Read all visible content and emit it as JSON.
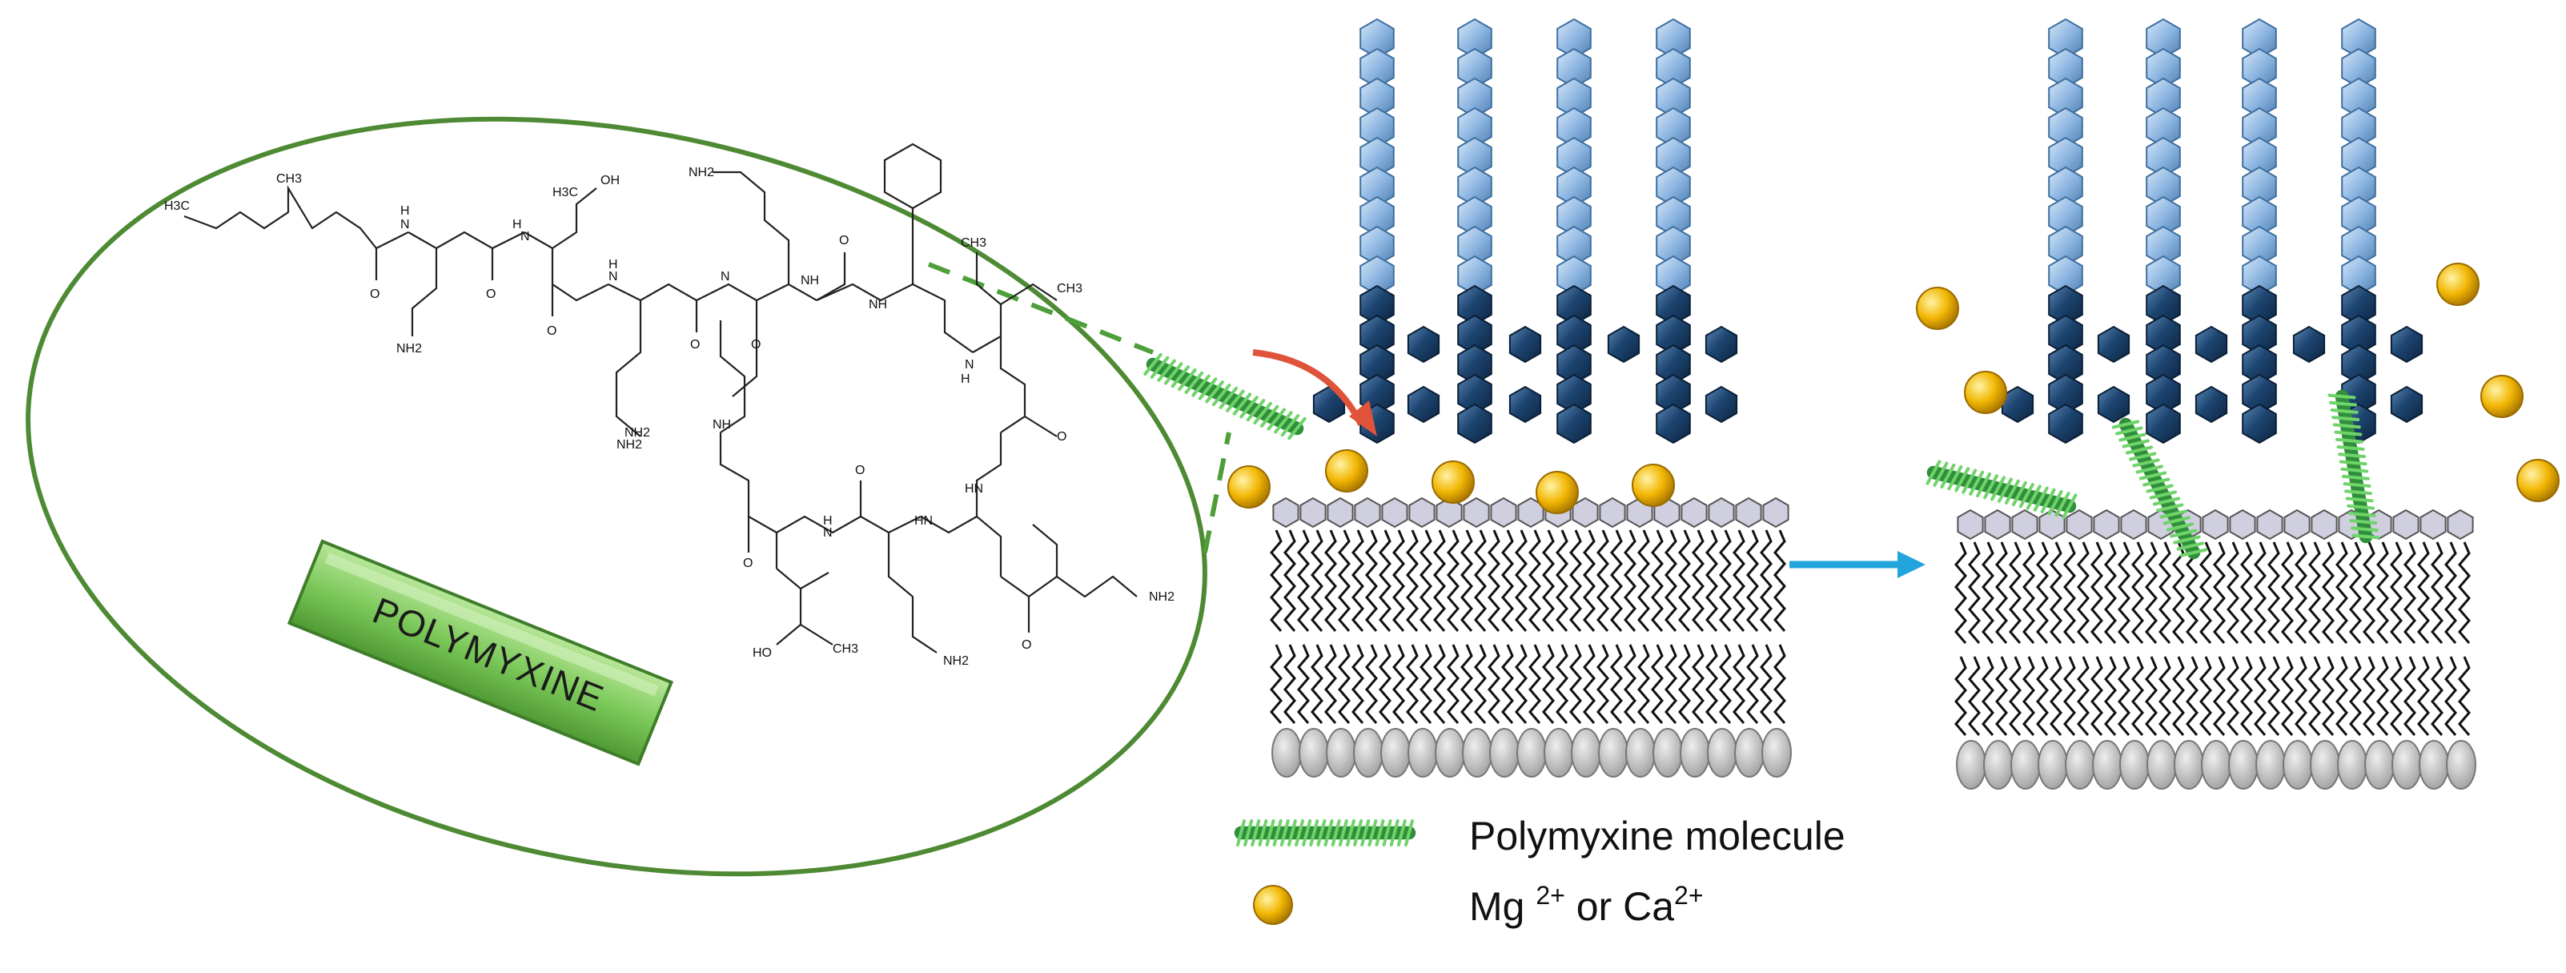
{
  "molecule": {
    "name_label": "POLYMYXINE",
    "atom_labels": {
      "h3c": "H3C",
      "ch3": "CH3",
      "h": "H",
      "n": "N",
      "nh": "NH",
      "hn": "HN",
      "o": "O",
      "oh": "OH",
      "ho": "HO",
      "nh2": "NH2"
    }
  },
  "legend": {
    "polymyxine_label": "Polymyxine molecule",
    "ion_label_prefix": "Mg",
    "ion_label_mid": " or Ca",
    "ion_charge": "2+"
  },
  "colors": {
    "ellipse_border": "#4e8a34",
    "polymyxin_green": "#3fae49",
    "label_box_green": "#7cc95a",
    "light_sugar_blue": "#8fb7e2",
    "dark_sugar_blue": "#1d4570",
    "ion_gold": "#f2b705",
    "arrow_red": "#e0533b",
    "arrow_blue": "#22a4dc",
    "headgroup_gray": "#bdbdbd"
  }
}
